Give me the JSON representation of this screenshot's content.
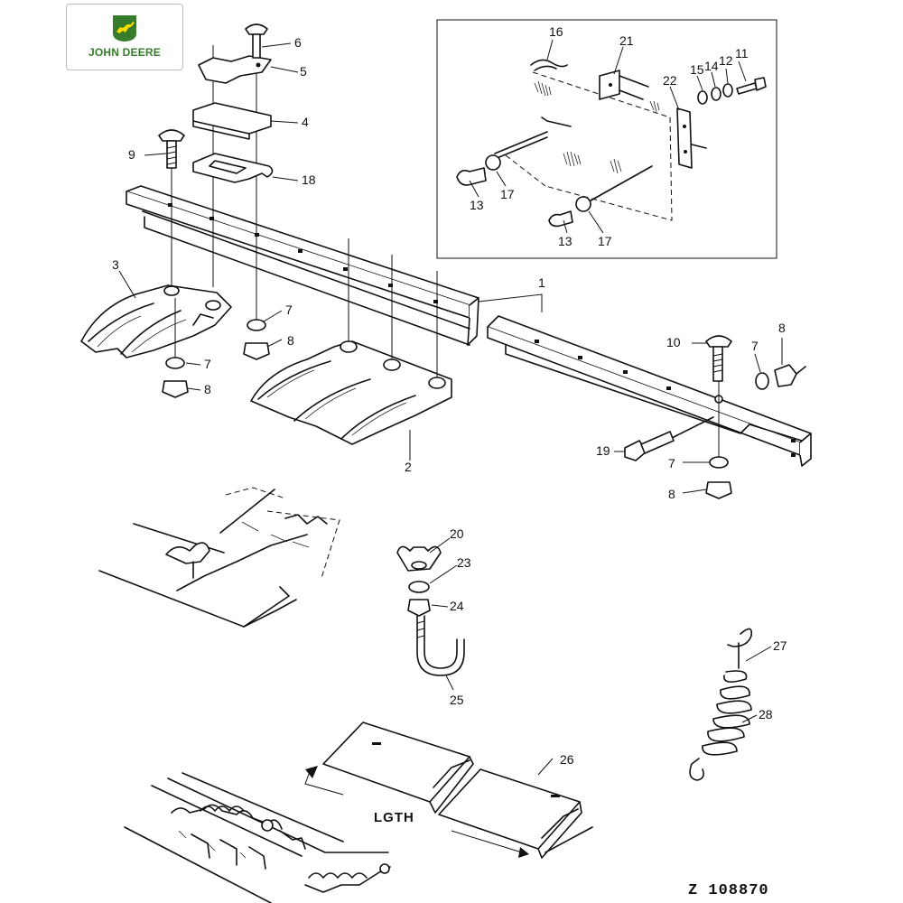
{
  "logo": {
    "text": "JOHN DEERE",
    "color": "#367c2b",
    "accent": "#ffde00"
  },
  "callouts": {
    "c1": "1",
    "c2": "2",
    "c3": "3",
    "c4": "4",
    "c5": "5",
    "c6": "6",
    "c7a": "7",
    "c7b": "7",
    "c7c": "7",
    "c7d": "7",
    "c8a": "8",
    "c8b": "8",
    "c8c": "8",
    "c8d": "8",
    "c9": "9",
    "c10": "10",
    "c11": "11",
    "c12": "12",
    "c13a": "13",
    "c13b": "13",
    "c14": "14",
    "c15": "15",
    "c16": "16",
    "c17a": "17",
    "c17b": "17",
    "c18": "18",
    "c19": "19",
    "c20": "20",
    "c21": "21",
    "c22": "22",
    "c23": "23",
    "c24": "24",
    "c25": "25",
    "c26": "26",
    "c27": "27",
    "c28": "28"
  },
  "dimension_label": "LGTH",
  "figure_id": "Z 108870"
}
